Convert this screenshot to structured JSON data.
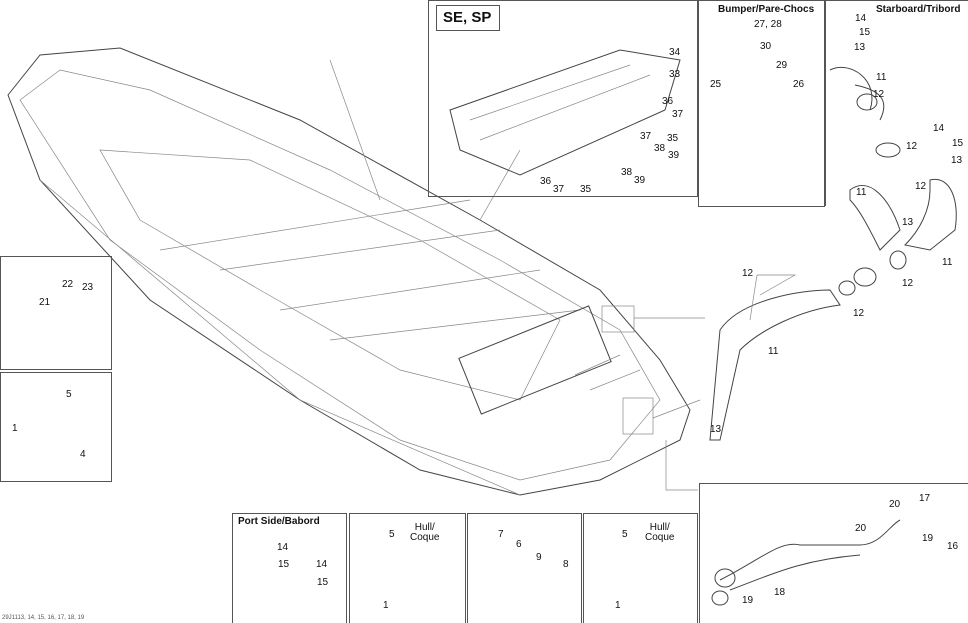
{
  "titles": {
    "se_sp": "SE, SP",
    "bumper": "Bumper/Pare-Chocs",
    "starboard": "Starboard/Tribord",
    "port": "Port Side/Babord",
    "hull1": "Hull/\nCoque",
    "hull2": "Hull/\nCoque"
  },
  "caption": "29J1113, 14, 15, 16, 17, 18, 19",
  "labels": [
    "34",
    "33",
    "36",
    "37",
    "35",
    "37",
    "38",
    "39",
    "36",
    "37",
    "38",
    "39",
    "35",
    "27, 28",
    "30",
    "29",
    "25",
    "26",
    "14",
    "15",
    "13",
    "11",
    "12",
    "12",
    "14",
    "15",
    "13",
    "11",
    "12",
    "13",
    "11",
    "12",
    "12",
    "12",
    "11",
    "13",
    "22",
    "23",
    "21",
    "5",
    "1",
    "4",
    "14",
    "15",
    "14",
    "15",
    "5",
    "1",
    "7",
    "6",
    "9",
    "8",
    "5",
    "1",
    "20",
    "17",
    "20",
    "19",
    "16",
    "18",
    "19"
  ]
}
